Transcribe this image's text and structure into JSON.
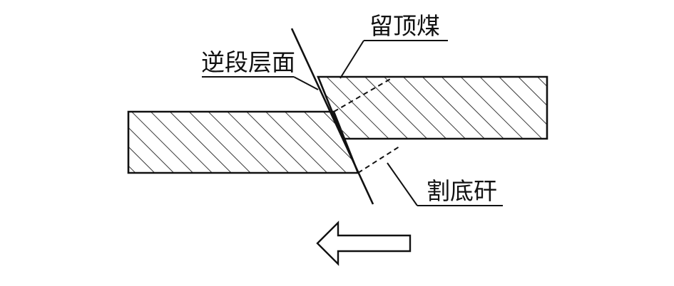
{
  "diagram": {
    "labels": {
      "reverse_fault_plane": "逆段层面",
      "leave_top_coal": "留顶煤",
      "cut_floor_rock": "割底矸"
    },
    "colors": {
      "ink": "#111111",
      "hatch": "#222222",
      "background": "#ffffff"
    },
    "icons": {
      "direction_arrow": "arrow-left-icon"
    }
  }
}
